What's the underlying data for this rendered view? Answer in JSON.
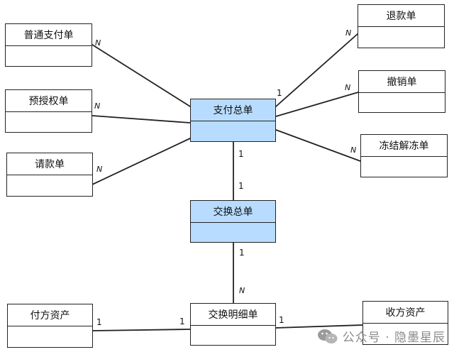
{
  "entities": {
    "normal_payment": "普通支付单",
    "preauth": "预授权单",
    "request_payment": "请款单",
    "refund": "退款单",
    "cancel": "撤销单",
    "freeze": "冻结解冻单",
    "payment_master": "支付总单",
    "exchange_master": "交换总单",
    "exchange_detail": "交换明细单",
    "payer_asset": "付方资产",
    "payee_asset": "收方资产"
  },
  "multiplicity": {
    "one": "1",
    "many": "N"
  },
  "watermark": {
    "text": "公众号 · 隐墨星辰",
    "icon": "wechat-icon"
  },
  "colors": {
    "highlight_box": "#b8dcff",
    "line": "#222222"
  }
}
